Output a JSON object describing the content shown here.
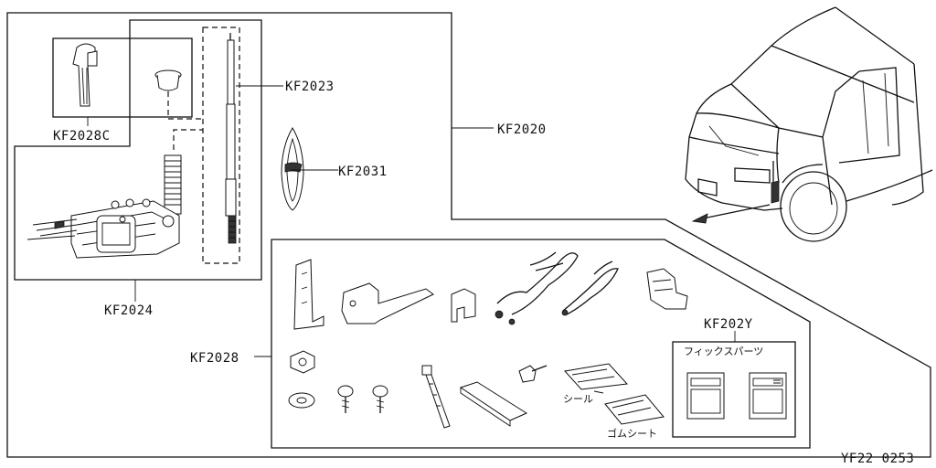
{
  "labels": {
    "antenna_assembly": "KF2020",
    "antenna_mast": "KF2023",
    "motor_unit": "KF2024",
    "cap_set": "KF2028C",
    "gasket": "KF2031",
    "install_kit": "KF2028",
    "fix_parts": "KF202Y"
  },
  "texts": {
    "fix_parts_box_title": "フィックスパーツ",
    "seal": "シール",
    "rubber_sheet": "ゴムシート"
  },
  "footer": {
    "diagram_code": "YF22 0253"
  }
}
